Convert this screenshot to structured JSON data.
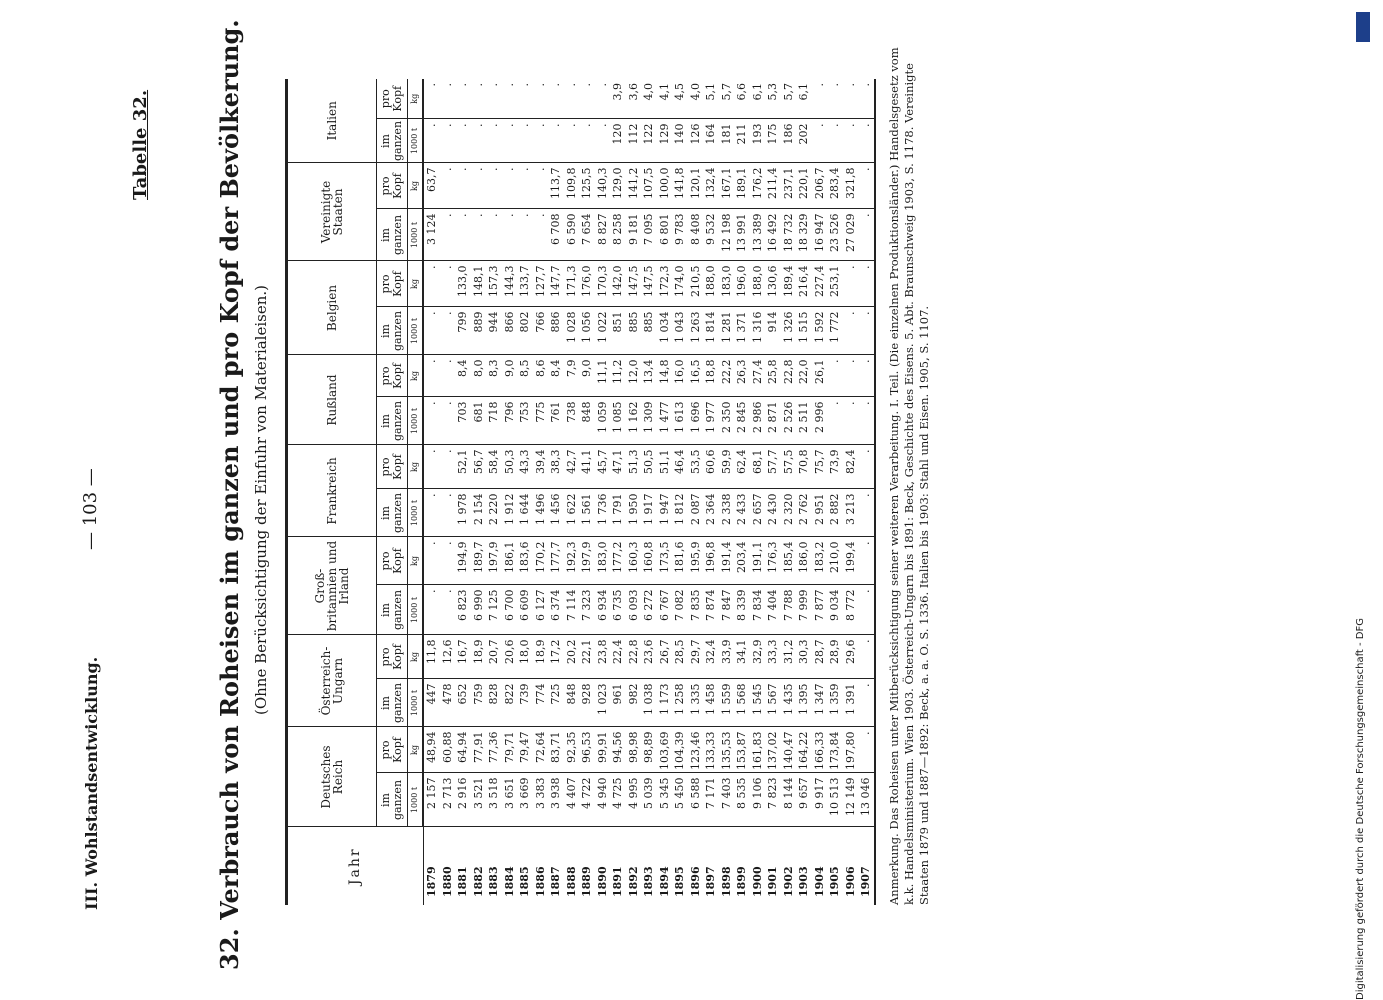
{
  "header": {
    "section": "III. Wohlstandsentwicklung.",
    "page_number": "— 103 —",
    "table_ref": "Tabelle 32."
  },
  "title": "32. Verbrauch von Roheisen im ganzen und pro Kopf der Bevölkerung.",
  "subtitle": "(Ohne Berücksichtigung der Einfuhr von Materialeisen.)",
  "table": {
    "year_label": "Jahr",
    "countries": [
      "Deutsches Reich",
      "Österreich-Ungarn",
      "Groß-britannien und Irland",
      "Frankreich",
      "Rußland",
      "Belgien",
      "Vereinigte Staaten",
      "Italien"
    ],
    "sub_total": "im ganzen",
    "sub_per_capita": "pro Kopf",
    "unit_total": "1000 t",
    "unit_per_capita": "kg",
    "rows": [
      [
        "1879",
        "2 157",
        "48,94",
        "447",
        "11,8",
        ".",
        ".",
        ".",
        ".",
        ".",
        ".",
        ".",
        ".",
        "3 124",
        "63,7",
        ".",
        "."
      ],
      [
        "1880",
        "2 713",
        "60,88",
        "478",
        "12,6",
        ".",
        ".",
        ".",
        ".",
        ".",
        ".",
        ".",
        ".",
        ".",
        ".",
        ".",
        "."
      ],
      [
        "1881",
        "2 916",
        "64,94",
        "652",
        "16,7",
        "6 823",
        "194,9",
        "1 978",
        "52,1",
        "703",
        "8,4",
        "799",
        "133,0",
        ".",
        ".",
        ".",
        "."
      ],
      [
        "1882",
        "3 521",
        "77,91",
        "759",
        "18,9",
        "6 990",
        "189,7",
        "2 154",
        "56,7",
        "681",
        "8,0",
        "889",
        "148,1",
        ".",
        ".",
        ".",
        "."
      ],
      [
        "1883",
        "3 518",
        "77,36",
        "828",
        "20,7",
        "7 125",
        "197,9",
        "2 220",
        "58,4",
        "718",
        "8,3",
        "944",
        "157,3",
        ".",
        ".",
        ".",
        "."
      ],
      [
        "1884",
        "3 651",
        "79,71",
        "822",
        "20,6",
        "6 700",
        "186,1",
        "1 912",
        "50,3",
        "796",
        "9,0",
        "866",
        "144,3",
        ".",
        ".",
        ".",
        "."
      ],
      [
        "1885",
        "3 669",
        "79,47",
        "739",
        "18,0",
        "6 609",
        "183,6",
        "1 644",
        "43,3",
        "753",
        "8,5",
        "802",
        "133,7",
        ".",
        ".",
        ".",
        "."
      ],
      [
        "1886",
        "3 383",
        "72,64",
        "774",
        "18,9",
        "6 127",
        "170,2",
        "1 496",
        "39,4",
        "775",
        "8,6",
        "766",
        "127,7",
        ".",
        ".",
        ".",
        "."
      ],
      [
        "1887",
        "3 938",
        "83,71",
        "725",
        "17,2",
        "6 374",
        "177,7",
        "1 456",
        "38,3",
        "761",
        "8,4",
        "886",
        "147,7",
        "6 708",
        "113,7",
        ".",
        "."
      ],
      [
        "1888",
        "4 407",
        "92,35",
        "848",
        "20,2",
        "7 114",
        "192,3",
        "1 622",
        "42,7",
        "738",
        "7,9",
        "1 028",
        "171,3",
        "6 590",
        "109,8",
        ".",
        "."
      ],
      [
        "1889",
        "4 722",
        "96,53",
        "928",
        "22,1",
        "7 323",
        "197,9",
        "1 561",
        "41,1",
        "848",
        "9,0",
        "1 056",
        "176,0",
        "7 654",
        "125,5",
        ".",
        "."
      ],
      [
        "1890",
        "4 940",
        "99,91",
        "1 023",
        "23,8",
        "6 934",
        "183,0",
        "1 736",
        "45,7",
        "1 059",
        "11,1",
        "1 022",
        "170,3",
        "8 827",
        "140,3",
        ".",
        "."
      ],
      [
        "1891",
        "4 725",
        "94,56",
        "961",
        "22,4",
        "6 735",
        "177,2",
        "1 791",
        "47,1",
        "1 085",
        "11,2",
        "851",
        "142,0",
        "8 258",
        "129,0",
        "120",
        "3,9"
      ],
      [
        "1892",
        "4 995",
        "98,98",
        "982",
        "22,8",
        "6 093",
        "160,3",
        "1 950",
        "51,3",
        "1 162",
        "12,0",
        "885",
        "147,5",
        "9 181",
        "141,2",
        "112",
        "3,6"
      ],
      [
        "1893",
        "5 039",
        "98,89",
        "1 038",
        "23,6",
        "6 272",
        "160,8",
        "1 917",
        "50,5",
        "1 309",
        "13,4",
        "885",
        "147,5",
        "7 095",
        "107,5",
        "122",
        "4,0"
      ],
      [
        "1894",
        "5 345",
        "103,69",
        "1 173",
        "26,7",
        "6 767",
        "173,5",
        "1 947",
        "51,1",
        "1 477",
        "14,8",
        "1 034",
        "172,3",
        "6 801",
        "100,0",
        "129",
        "4,1"
      ],
      [
        "1895",
        "5 450",
        "104,39",
        "1 258",
        "28,5",
        "7 082",
        "181,6",
        "1 812",
        "46,4",
        "1 613",
        "16,0",
        "1 043",
        "174,0",
        "9 783",
        "141,8",
        "140",
        "4,5"
      ],
      [
        "1896",
        "6 588",
        "123,46",
        "1 335",
        "29,7",
        "7 835",
        "195,9",
        "2 087",
        "53,5",
        "1 696",
        "16,5",
        "1 263",
        "210,5",
        "8 408",
        "120,1",
        "126",
        "4,0"
      ],
      [
        "1897",
        "7 171",
        "133,33",
        "1 458",
        "32,4",
        "7 874",
        "196,8",
        "2 364",
        "60,6",
        "1 977",
        "18,8",
        "1 814",
        "188,0",
        "9 532",
        "132,4",
        "164",
        "5,1"
      ],
      [
        "1898",
        "7 403",
        "135,53",
        "1 559",
        "33,9",
        "7 847",
        "191,4",
        "2 338",
        "59,9",
        "2 350",
        "22,2",
        "1 281",
        "183,0",
        "12 198",
        "167,1",
        "181",
        "5,7"
      ],
      [
        "1899",
        "8 535",
        "153,87",
        "1 568",
        "34,1",
        "8 339",
        "203,4",
        "2 433",
        "62,4",
        "2 845",
        "26,3",
        "1 371",
        "196,0",
        "13 991",
        "189,1",
        "211",
        "6,6"
      ],
      [
        "1900",
        "9 106",
        "161,83",
        "1 545",
        "32,9",
        "7 834",
        "191,1",
        "2 657",
        "68,1",
        "2 986",
        "27,4",
        "1 316",
        "188,0",
        "13 389",
        "176,2",
        "193",
        "6,1"
      ],
      [
        "1901",
        "7 823",
        "137,02",
        "1 567",
        "33,3",
        "7 404",
        "176,3",
        "2 430",
        "57,7",
        "2 871",
        "25,8",
        "914",
        "130,6",
        "16 492",
        "211,4",
        "175",
        "5,3"
      ],
      [
        "1902",
        "8 144",
        "140,47",
        "1 435",
        "31,2",
        "7 788",
        "185,4",
        "2 320",
        "57,5",
        "2 526",
        "22,8",
        "1 326",
        "189,4",
        "18 732",
        "237,1",
        "186",
        "5,7"
      ],
      [
        "1903",
        "9 657",
        "164,22",
        "1 395",
        "30,3",
        "7 999",
        "186,0",
        "2 762",
        "70,8",
        "2 511",
        "22,0",
        "1 515",
        "216,4",
        "18 329",
        "220,1",
        "202",
        "6,1"
      ],
      [
        "1904",
        "9 917",
        "166,33",
        "1 347",
        "28,7",
        "7 877",
        "183,2",
        "2 951",
        "75,7",
        "2 996",
        "26,1",
        "1 592",
        "227,4",
        "16 947",
        "206,7",
        ".",
        "."
      ],
      [
        "1905",
        "10 513",
        "173,84",
        "1 359",
        "28,9",
        "9 034",
        "210,0",
        "2 882",
        "73,9",
        ".",
        ".",
        "1 772",
        "253,1",
        "23 526",
        "283,4",
        ".",
        "."
      ],
      [
        "1906",
        "12 149",
        "197,80",
        "1 391",
        "29,6",
        "8 772",
        "199,4",
        "3 213",
        "82,4",
        ".",
        ".",
        ".",
        ".",
        "27 029",
        "321,8",
        ".",
        "."
      ],
      [
        "1907",
        "13 046",
        ".",
        ".",
        ".",
        ".",
        ".",
        ".",
        ".",
        ".",
        ".",
        ".",
        ".",
        ".",
        ".",
        ".",
        "."
      ]
    ]
  },
  "note": "Anmerkung. Das Roheisen unter Mitberücksichtigung seiner weiteren Verarbeitung. I. Teil. (Die einzelnen Produktionsländer.) Handelsgesetz vom k.k. Handelsministerium. Wien 1903. Österreich-Ungarn bis 1891: Beck, Geschichte des Eisens. 5. Abt. Braunschweig 1903, S. 1178. Vereinigte Staaten 1879 und 1887—1892: Beck, a. a. O. S. 1336. Italien bis 1903: Stahl und Eisen. 1905, S. 1107.",
  "sidebar": {
    "text": "Digitalisierung gefördert durch die Deutsche Forschungsgemeinschaft - DFG"
  }
}
